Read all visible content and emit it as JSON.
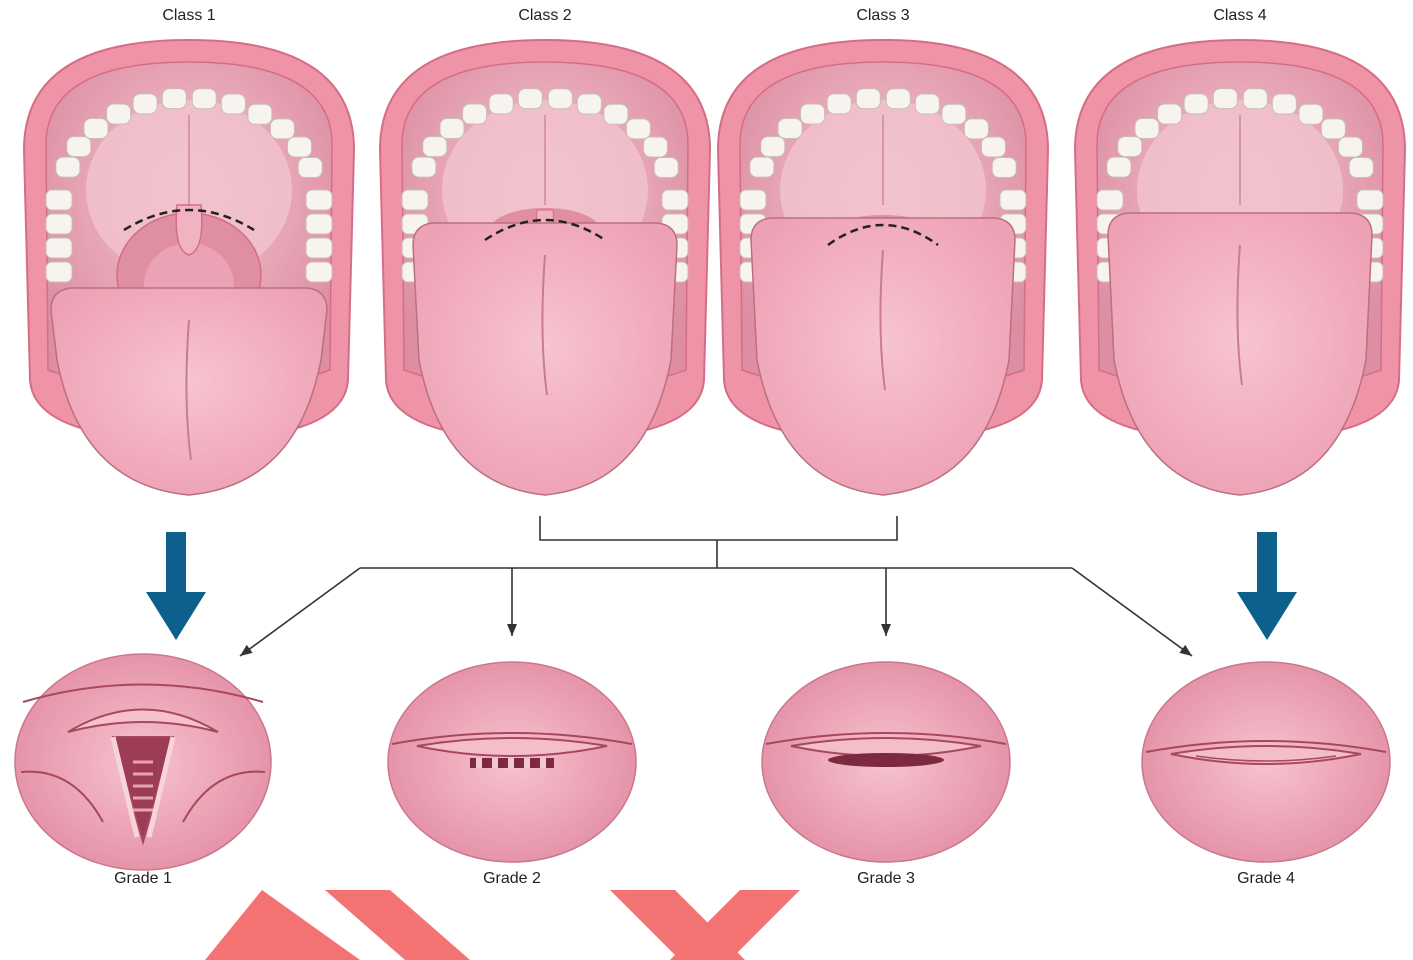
{
  "classes": [
    {
      "label": "Class 1",
      "view": "full",
      "dashed_arc": true
    },
    {
      "label": "Class 2",
      "view": "partial",
      "dashed_arc": true
    },
    {
      "label": "Class 3",
      "view": "soft-palate",
      "dashed_arc": true
    },
    {
      "label": "Class 4",
      "view": "hard-palate-only",
      "dashed_arc": false
    }
  ],
  "grades": [
    {
      "label": "Grade 1",
      "view": "full-glottis"
    },
    {
      "label": "Grade 2",
      "view": "posterior-glottis"
    },
    {
      "label": "Grade 3",
      "view": "epiglottis-only"
    },
    {
      "label": "Grade 4",
      "view": "no-glottic-structures"
    }
  ],
  "colors": {
    "lip": "#ef93a7",
    "lip_dark": "#d66d86",
    "mouth_interior": "#e5a3b4",
    "palate": "#f1c2cd",
    "tongue": "#f4b2c3",
    "tongue_outline": "#b9707f",
    "teeth": "#f7f4ef",
    "teeth_outline": "#c9bfb5",
    "larynx": "#f0adbd",
    "larynx_dark": "#a8485e",
    "arrow_blue": "#0d5f8c",
    "connector": "#333333",
    "watermark": "#f25a5a"
  },
  "icons": {
    "class_to_grade_arrow": "down-arrow-icon",
    "connector_arrow": "arrowhead-icon"
  }
}
